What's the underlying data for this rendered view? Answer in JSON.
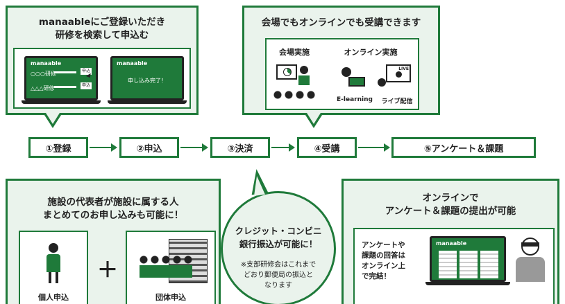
{
  "top_left": {
    "title_line1": "manaableにご登録いただき",
    "title_line2": "研修を検索して申込む",
    "screen1_brand": "manaable",
    "screen1_row1": "○○○研修",
    "screen1_row2": "△△△研修",
    "screen1_button": "申込",
    "screen2_brand": "manaable",
    "screen2_message": "申し込み完了！"
  },
  "top_right": {
    "title": "会場でもオンラインでも受講できます",
    "venue_label": "会場実施",
    "online_label": "オンライン実施",
    "elearning_label": "E-learning",
    "live_label": "ライブ配信",
    "live_badge": "LIVE"
  },
  "steps": [
    {
      "label": "①登録"
    },
    {
      "label": "②申込"
    },
    {
      "label": "③決済"
    },
    {
      "label": "④受講"
    },
    {
      "label": "⑤アンケート＆課題"
    }
  ],
  "bottom_left": {
    "title_line1": "施設の代表者が施設に属する人",
    "title_line2": "まとめてのお申し込みも可能に！",
    "individual_label": "個人申込",
    "plus": "＋",
    "group_label": "団体申込"
  },
  "bottom_center": {
    "line1": "クレジット・コンビニ",
    "line2": "銀行振込が可能に！",
    "note1": "※支部研修会はこれまで",
    "note2": "どおり郵便局の振込と",
    "note3": "なります"
  },
  "bottom_right": {
    "title_line1": "オンラインで",
    "title_line2": "アンケート＆課題の提出が可能",
    "desc1": "アンケートや",
    "desc2": "課題の回答は",
    "desc3": "オンライン上",
    "desc4": "で完結！",
    "screen_brand": "manaable"
  },
  "colors": {
    "accent": "#1f7a3a",
    "panel_bg": "#eaf3ec"
  }
}
